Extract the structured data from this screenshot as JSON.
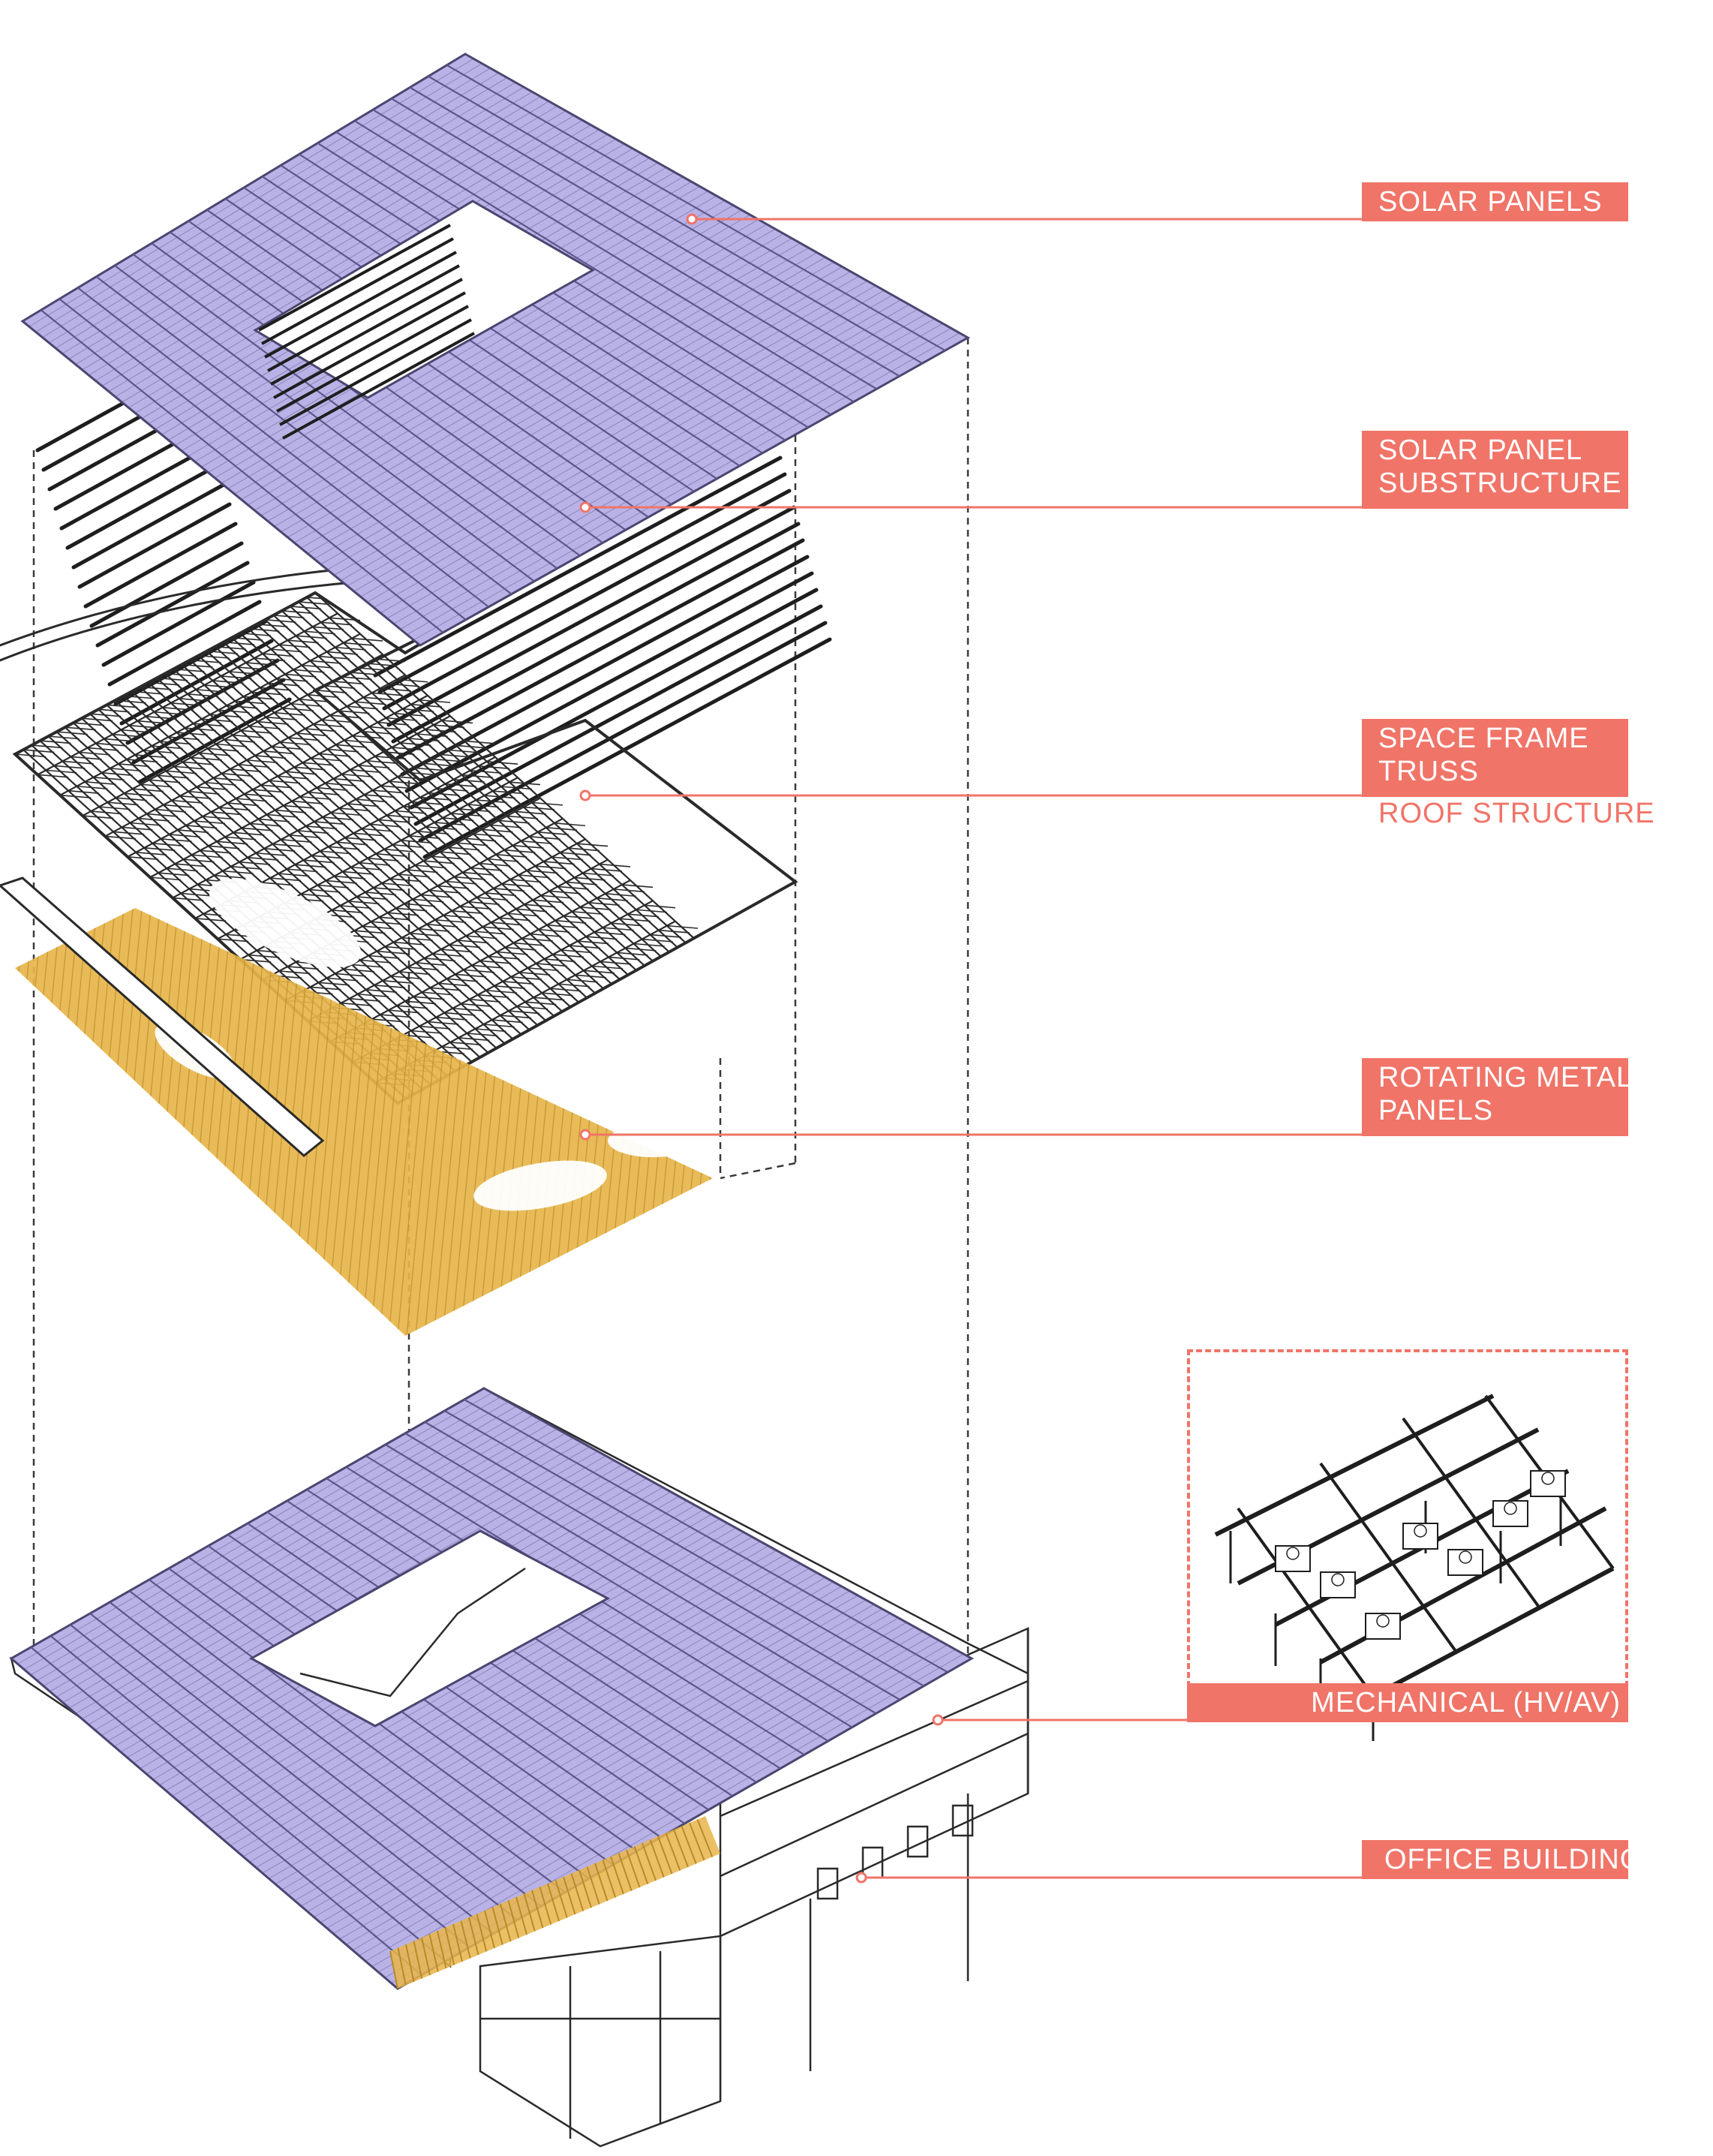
{
  "colors": {
    "accent": "#f07468",
    "solar": "#b9b2e6",
    "solar_line": "#5b578a",
    "metal": "#e7b54a",
    "line": "#2a2a2a",
    "dash": "#3a3a3a"
  },
  "labels": {
    "solar_panels": "SOLAR PANELS",
    "solar_substructure_1": "SOLAR PANEL",
    "solar_substructure_2": "SUBSTRUCTURE",
    "space_frame_1": "SPACE FRAME",
    "space_frame_2": "TRUSS",
    "roof_structure": "ROOF STRUCTURE",
    "rotating_1": "ROTATING METAL",
    "rotating_2": "PANELS",
    "mechanical": "MECHANICAL (HV/AV)",
    "office": "OFFICE BUILDING"
  },
  "icons": [
    "leader-dot-icon",
    "solar-panel-layer",
    "space-frame-truss-layer",
    "rotating-metal-panel-layer",
    "office-building-base",
    "mechanical-detail-inset"
  ]
}
